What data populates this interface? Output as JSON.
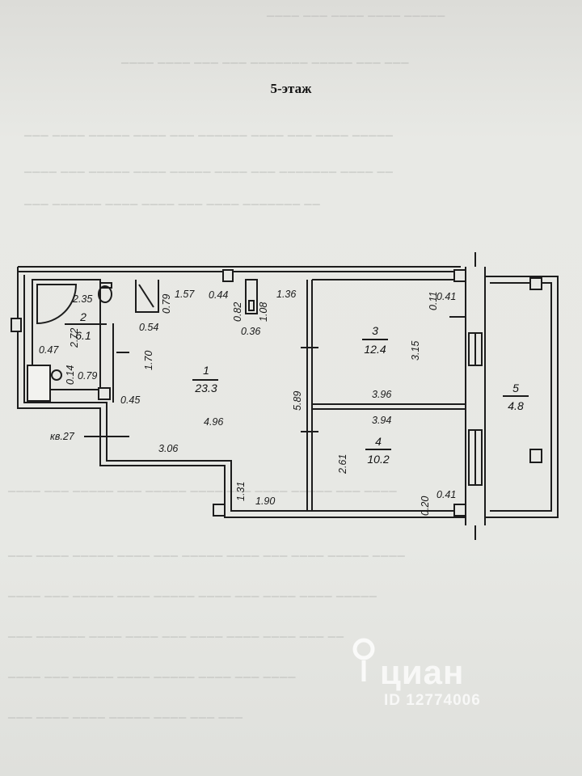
{
  "title": "5-этаж",
  "rooms": [
    {
      "id": "1",
      "area": "23.3"
    },
    {
      "id": "2",
      "area": "6.1"
    },
    {
      "id": "3",
      "area": "12.4"
    },
    {
      "id": "4",
      "area": "10.2"
    },
    {
      "id": "5",
      "area": "4.8"
    }
  ],
  "apartment_label": "кв.27",
  "dimensions": {
    "d2_35": "2.35",
    "d2_72": "2.72",
    "d0_47": "0.47",
    "d0_14": "0.14",
    "d0_79b": "0.79",
    "d0_79": "0.79",
    "d0_54": "0.54",
    "d1_57": "1.57",
    "d0_44": "0.44",
    "d0_82": "0.82",
    "d1_08": "1.08",
    "d0_36": "0.36",
    "d1_36": "1.36",
    "d1_70": "1.70",
    "d0_45": "0.45",
    "d4_96": "4.96",
    "d5_89": "5.89",
    "d3_06": "3.06",
    "d1_31": "1.31",
    "d1_90": "1.90",
    "d0_11": "0.11",
    "d0_41a": "0.41",
    "d3_15": "3.15",
    "d3_96": "3.96",
    "d3_94": "3.94",
    "d2_61": "2.61",
    "d0_20": "0.20",
    "d0_41b": "0.41"
  },
  "watermark": {
    "brand": "циан",
    "id": "ID 12774006"
  }
}
